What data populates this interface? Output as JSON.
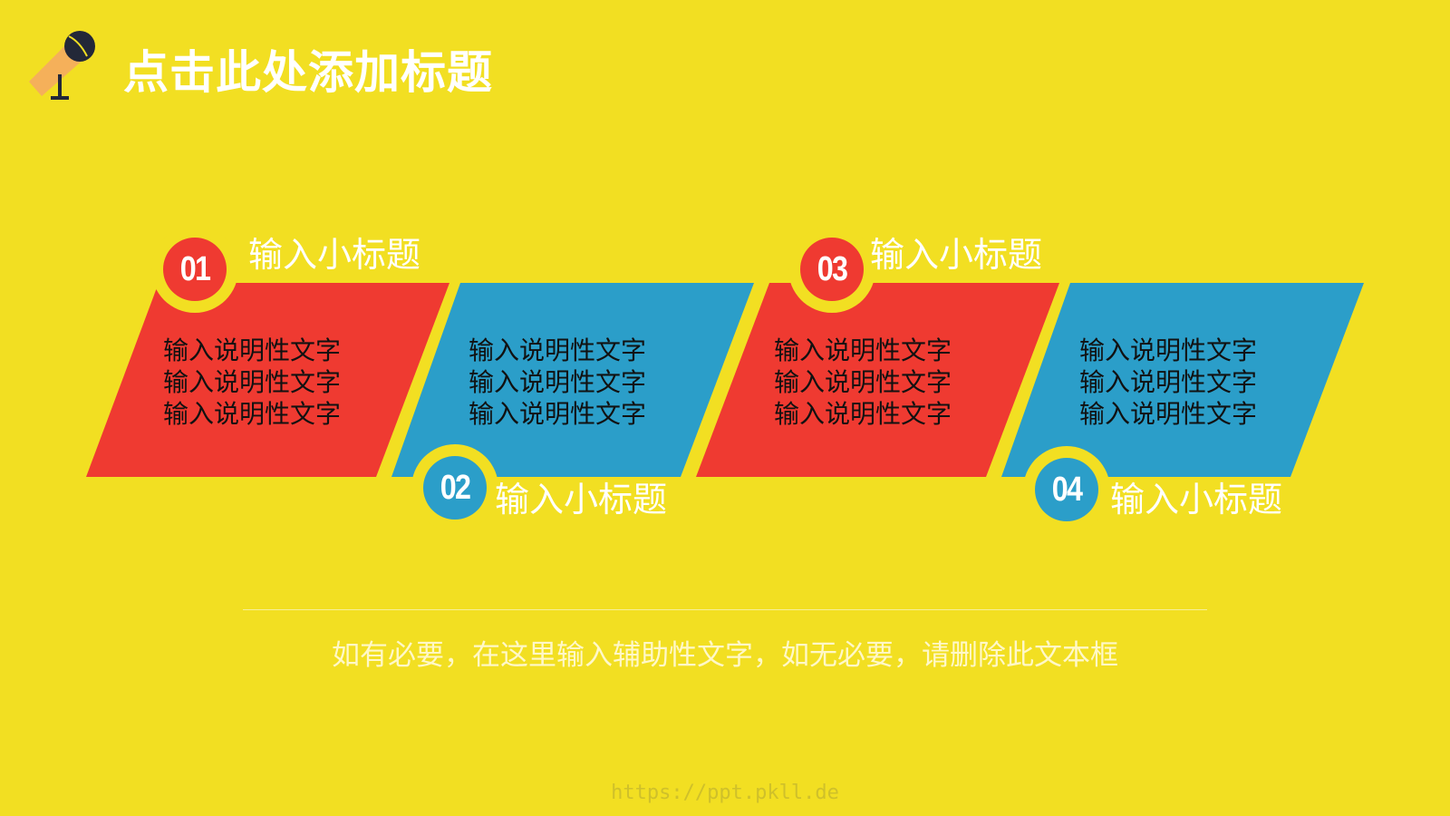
{
  "slide": {
    "title": "点击此处添加标题",
    "title_icon": "microphone-icon",
    "background_color": "#f2df22",
    "colors": {
      "red": "#ef3a31",
      "blue": "#2b9ec9",
      "yellow": "#f2df22",
      "mic_body": "#f5b05a",
      "mic_head": "#232838",
      "text_white": "#ffffff",
      "text_dark": "#111111"
    },
    "steps": [
      {
        "number": "01",
        "subtitle": "输入小标题",
        "color": "red",
        "lines": [
          "输入说明性文字",
          "输入说明性文字",
          "输入说明性文字"
        ]
      },
      {
        "number": "02",
        "subtitle": "输入小标题",
        "color": "blue",
        "lines": [
          "输入说明性文字",
          "输入说明性文字",
          "输入说明性文字"
        ]
      },
      {
        "number": "03",
        "subtitle": "输入小标题",
        "color": "red",
        "lines": [
          "输入说明性文字",
          "输入说明性文字",
          "输入说明性文字"
        ]
      },
      {
        "number": "04",
        "subtitle": "输入小标题",
        "color": "blue",
        "lines": [
          "输入说明性文字",
          "输入说明性文字",
          "输入说明性文字"
        ]
      }
    ],
    "note": "如有必要，在这里输入辅助性文字，如无必要，请删除此文本框",
    "watermark": "https://ppt.pkll.de"
  }
}
